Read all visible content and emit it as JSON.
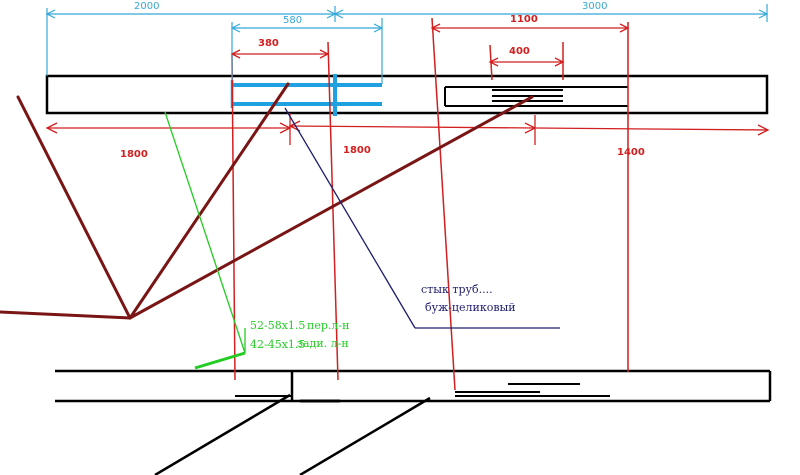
{
  "dimensions": {
    "top_left_span": "2000",
    "top_right_span": "3000",
    "clamp_span": "580",
    "offset_380": "380",
    "span_1100": "1100",
    "span_400": "400",
    "left_1800": "1800",
    "mid_1800": "1800",
    "right_1400": "1400"
  },
  "notes": {
    "pipe_joint": "стык труб....",
    "bushing": "буж-целиковый",
    "front_tube_size": "52-58x1.5",
    "front_tube_label": "пер.л-н",
    "rear_tube_size": "42-45x1.5",
    "rear_tube_label": "зади. л-н"
  },
  "colors": {
    "beam": "#000000",
    "frame": "#7a1515",
    "dimension_red": "#d21f1f",
    "dimension_cyan": "#35a8d8",
    "clamp_blue": "#1fa0e0",
    "annotation_navy": "#1d1d6e",
    "annotation_green": "#22cc22"
  }
}
